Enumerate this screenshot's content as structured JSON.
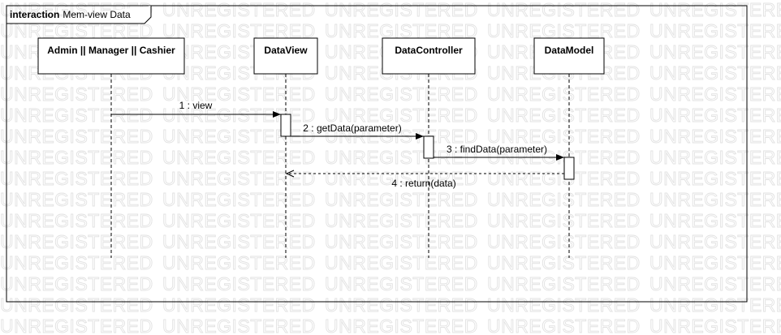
{
  "frame": {
    "keyword": "interaction",
    "name": "Mem-view Data"
  },
  "watermark": {
    "text": "UNREGISTERED"
  },
  "lifelines": [
    {
      "id": "actor",
      "label": "Admin || Manager || Cashier"
    },
    {
      "id": "dataview",
      "label": "DataView"
    },
    {
      "id": "datacontroller",
      "label": "DataController"
    },
    {
      "id": "datamodel",
      "label": "DataModel"
    }
  ],
  "messages": [
    {
      "from": "actor",
      "to": "dataview",
      "label": "1 : view",
      "kind": "sync"
    },
    {
      "from": "dataview",
      "to": "datacontroller",
      "label": "2 : getData(parameter)",
      "kind": "sync"
    },
    {
      "from": "datacontroller",
      "to": "datamodel",
      "label": "3 : findData(parameter)",
      "kind": "sync"
    },
    {
      "from": "datamodel",
      "to": "dataview",
      "label": "4 : return(data)",
      "kind": "return"
    }
  ],
  "colors": {
    "line": "#000000",
    "watermark": "#e2e2e2",
    "background": "#ffffff"
  }
}
